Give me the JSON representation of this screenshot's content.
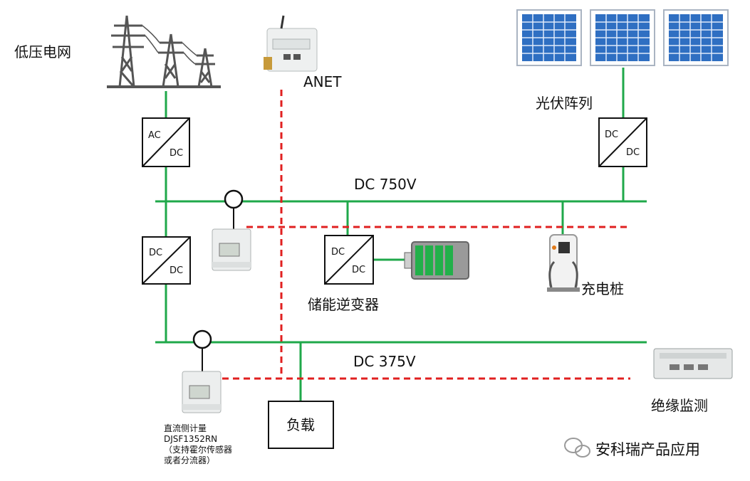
{
  "labels": {
    "grid": "低压电网",
    "anet": "ANET",
    "pv_array": "光伏阵列",
    "bus_750": "DC 750V",
    "bus_375": "DC 375V",
    "storage_inverter": "储能逆变器",
    "charging_pile": "充电桩",
    "insulation_monitor": "绝缘监测",
    "load": "负载",
    "watermark": "安科瑞产品应用"
  },
  "meter_note": {
    "line1": "直流侧计量",
    "line2": "DJSF1352RN",
    "line3": "（支持霍尔传感器",
    "line4": "或者分流器）"
  },
  "converters": {
    "ac_dc": {
      "top": "AC",
      "bottom": "DC"
    },
    "dc_dc_pv": {
      "top": "DC",
      "bottom": "DC"
    },
    "dc_dc_main": {
      "top": "DC",
      "bottom": "DC"
    },
    "dc_dc_storage": {
      "top": "DC",
      "bottom": "DC"
    }
  },
  "colors": {
    "power_line": "#1fa84a",
    "comm_line": "#e02020",
    "battery": "#22b04a",
    "panel": "#2f6fc2"
  }
}
